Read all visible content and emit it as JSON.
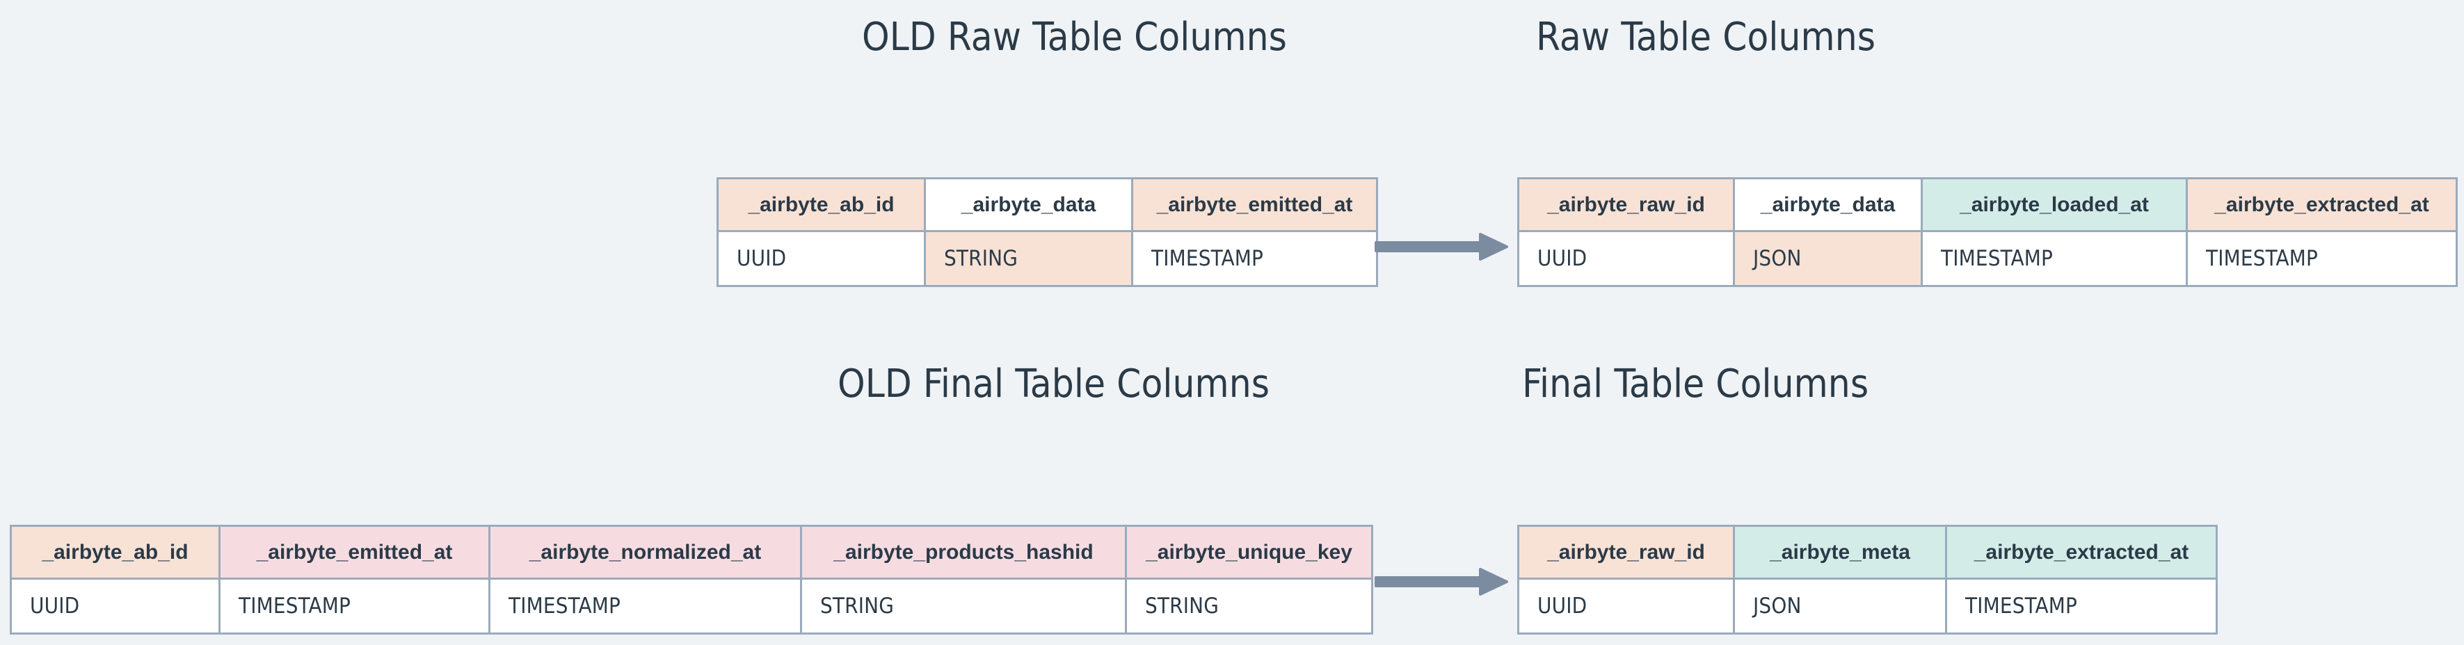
{
  "page": {
    "background_color": "#eff3f6",
    "text_color": "#2b3a47",
    "border_color": "#9aabbb",
    "arrow_color": "#7b8ca0"
  },
  "palette": {
    "white": "#ffffff",
    "peach": "#f8e2d5",
    "pink": "#f6dce1",
    "mint": "#d3ece8"
  },
  "sections": {
    "old_raw": {
      "title": "OLD Raw Table Columns"
    },
    "new_raw": {
      "title": "Raw Table Columns"
    },
    "old_final": {
      "title": "OLD Final Table Columns"
    },
    "new_final": {
      "title": "Final Table Columns"
    }
  },
  "tables": {
    "old_raw": {
      "name": "old-raw-table",
      "headers": [
        "_airbyte_ab_id",
        "_airbyte_data",
        "_airbyte_emitted_at"
      ],
      "header_fills": [
        "peach",
        "white",
        "peach"
      ],
      "types": [
        "UUID",
        "STRING",
        "TIMESTAMP"
      ],
      "type_fills": [
        "white",
        "peach",
        "white"
      ]
    },
    "new_raw": {
      "name": "new-raw-table",
      "headers": [
        "_airbyte_raw_id",
        "_airbyte_data",
        "_airbyte_loaded_at",
        "_airbyte_extracted_at"
      ],
      "header_fills": [
        "peach",
        "white",
        "mint",
        "peach"
      ],
      "types": [
        "UUID",
        "JSON",
        "TIMESTAMP",
        "TIMESTAMP"
      ],
      "type_fills": [
        "white",
        "peach",
        "white",
        "white"
      ]
    },
    "old_final": {
      "name": "old-final-table",
      "headers": [
        "_airbyte_ab_id",
        "_airbyte_emitted_at",
        "_airbyte_normalized_at",
        "_airbyte_products_hashid",
        "_airbyte_unique_key"
      ],
      "header_fills": [
        "peach",
        "pink",
        "pink",
        "pink",
        "pink"
      ],
      "types": [
        "UUID",
        "TIMESTAMP",
        "TIMESTAMP",
        "STRING",
        "STRING"
      ],
      "type_fills": [
        "white",
        "white",
        "white",
        "white",
        "white"
      ]
    },
    "new_final": {
      "name": "new-final-table",
      "headers": [
        "_airbyte_raw_id",
        "_airbyte_meta",
        "_airbyte_extracted_at"
      ],
      "header_fills": [
        "peach",
        "mint",
        "mint"
      ],
      "types": [
        "UUID",
        "JSON",
        "TIMESTAMP"
      ],
      "type_fills": [
        "white",
        "white",
        "white"
      ]
    }
  },
  "arrows": {
    "raw": {
      "label": "raw-migration-arrow"
    },
    "final": {
      "label": "final-migration-arrow"
    }
  }
}
